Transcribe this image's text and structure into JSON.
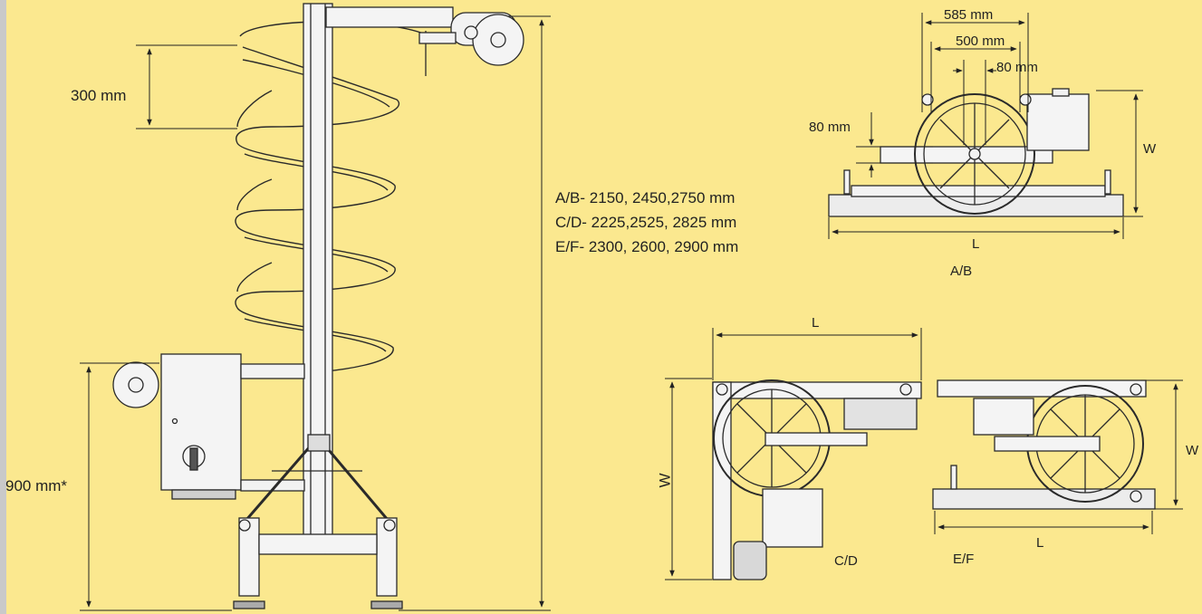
{
  "colors": {
    "background": "#fbe88f",
    "line": "#2a2a2a",
    "part": "#e6e6e6"
  },
  "spiral_conveyor": {
    "pitch_label": "300 mm",
    "infeed_height_label": "900 mm*",
    "height_lines": [
      "A/B- 2150, 2450,2750 mm",
      "C/D- 2225,2525, 2825 mm",
      "E/F- 2300, 2600, 2900 mm"
    ]
  },
  "view_ab": {
    "dims": [
      "585 mm",
      "500 mm",
      "80 mm"
    ],
    "side_dim": "80 mm",
    "width_label": "W",
    "length_label": "L",
    "caption": "A/B"
  },
  "view_cd": {
    "length_label": "L",
    "width_label": "W",
    "caption": "C/D"
  },
  "view_ef": {
    "width_label": "W",
    "length_label": "L",
    "caption": "E/F"
  }
}
